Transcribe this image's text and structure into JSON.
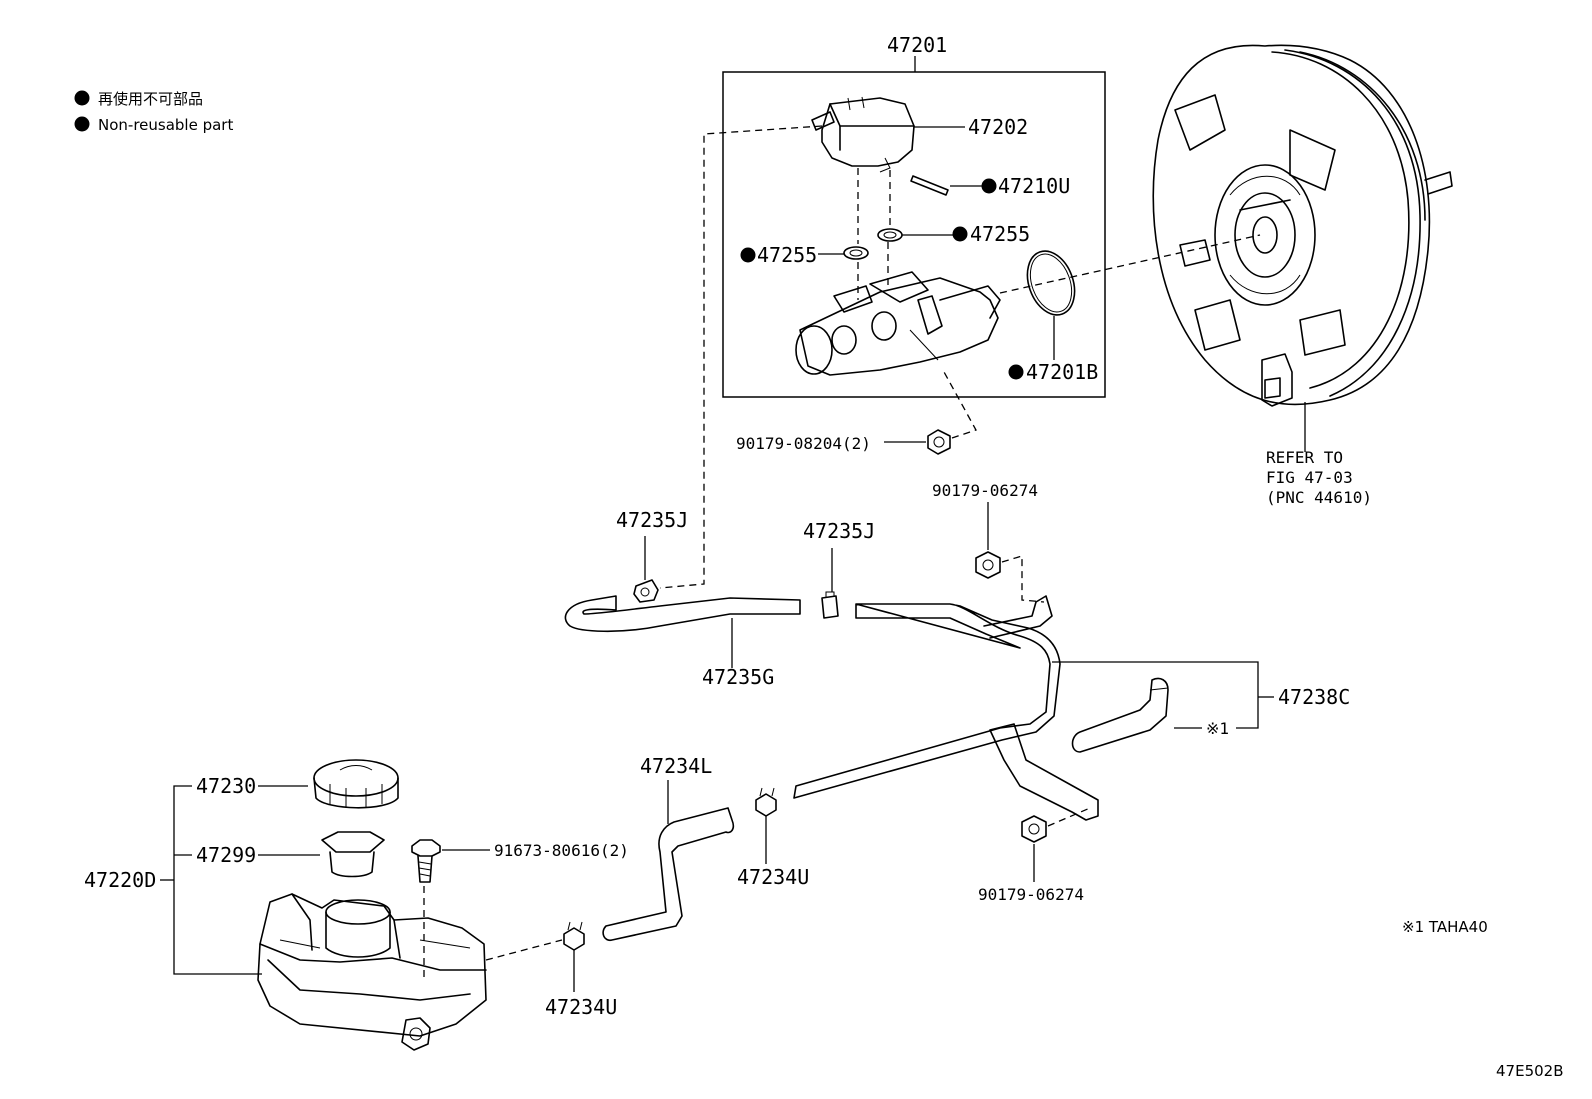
{
  "legend": {
    "bullet_label_ja": "再使用不可部品",
    "bullet_label_en": "Non-reusable part"
  },
  "labels": {
    "p47201": "47201",
    "p47202": "47202",
    "p47210U": "47210U",
    "p47255_right": "47255",
    "p47255_left": "47255",
    "p47201B": "47201B",
    "p90179_08204": "90179-08204(2)",
    "refer_line1": "REFER TO",
    "refer_line2": "FIG 47-03",
    "refer_line3": "(PNC 44610)",
    "p90179_06274_top": "90179-06274",
    "p47235J_left": "47235J",
    "p47235J_mid": "47235J",
    "p47235G": "47235G",
    "p47238C": "47238C",
    "note_mark": "※1",
    "p47234L": "47234L",
    "p47234U_mid": "47234U",
    "p90179_06274_bottom": "90179-06274",
    "p47230": "47230",
    "p47299": "47299",
    "p91673_80616": "91673-80616(2)",
    "p47220D": "47220D",
    "p47234U_bottom": "47234U",
    "footnote": "※1 TAHA40",
    "figure_code": "47E502B"
  }
}
